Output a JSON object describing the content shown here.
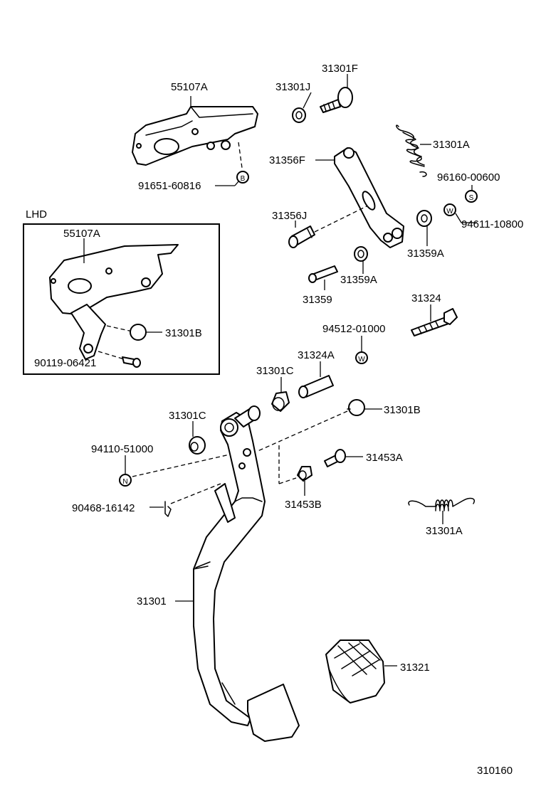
{
  "diagram_id": "310160",
  "inset": {
    "title": "LHD"
  },
  "labels": {
    "p55107A": "55107A",
    "p31301J": "31301J",
    "p31301F": "31301F",
    "p31301A_spring": "31301A",
    "p31356F": "31356F",
    "p96160": "96160-00600",
    "p91651": "91651-60816",
    "p31356J": "31356J",
    "p94611": "94611-10800",
    "p31359A_right": "31359A",
    "p31359A_mid": "31359A",
    "p31359": "31359",
    "p31324": "31324",
    "p94512": "94512-01000",
    "p31324A": "31324A",
    "p31301C_top": "31301C",
    "p31301C_left": "31301C",
    "p31301B_right": "31301B",
    "p94110": "94110-51000",
    "p31453A": "31453A",
    "p31453B": "31453B",
    "p90468": "90468-16142",
    "p31301A_return": "31301A",
    "p31301": "31301",
    "p31321": "31321",
    "lhd_55107A": "55107A",
    "lhd_31301B": "31301B",
    "lhd_90119": "90119-06421"
  },
  "markers": {
    "b": "B",
    "s": "S",
    "w1": "W",
    "w2": "W",
    "n": "N"
  }
}
